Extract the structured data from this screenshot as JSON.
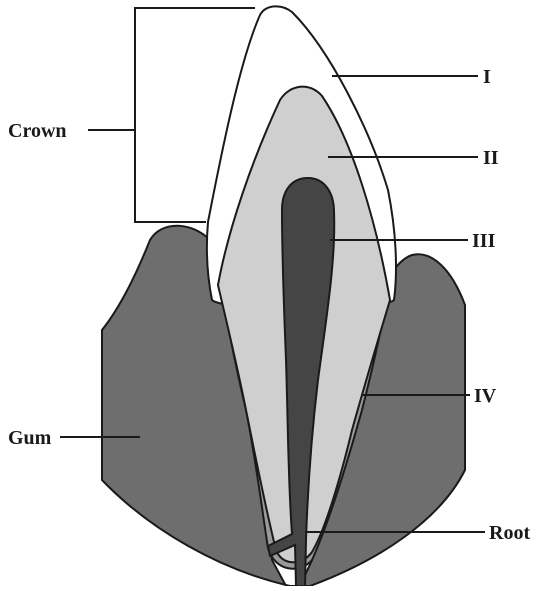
{
  "diagram": {
    "labels": {
      "crown": "Crown",
      "gum": "Gum",
      "root": "Root",
      "layer_1": "I",
      "layer_2": "II",
      "layer_3": "III",
      "layer_4": "IV"
    },
    "colors": {
      "background": "#ffffff",
      "gum": "#6e6e6e",
      "enamel": "#ffffff",
      "dentine": "#cfcfcf",
      "pulp": "#454545",
      "cementum": "#9a9a9a",
      "outline": "#1a1a1a"
    }
  }
}
